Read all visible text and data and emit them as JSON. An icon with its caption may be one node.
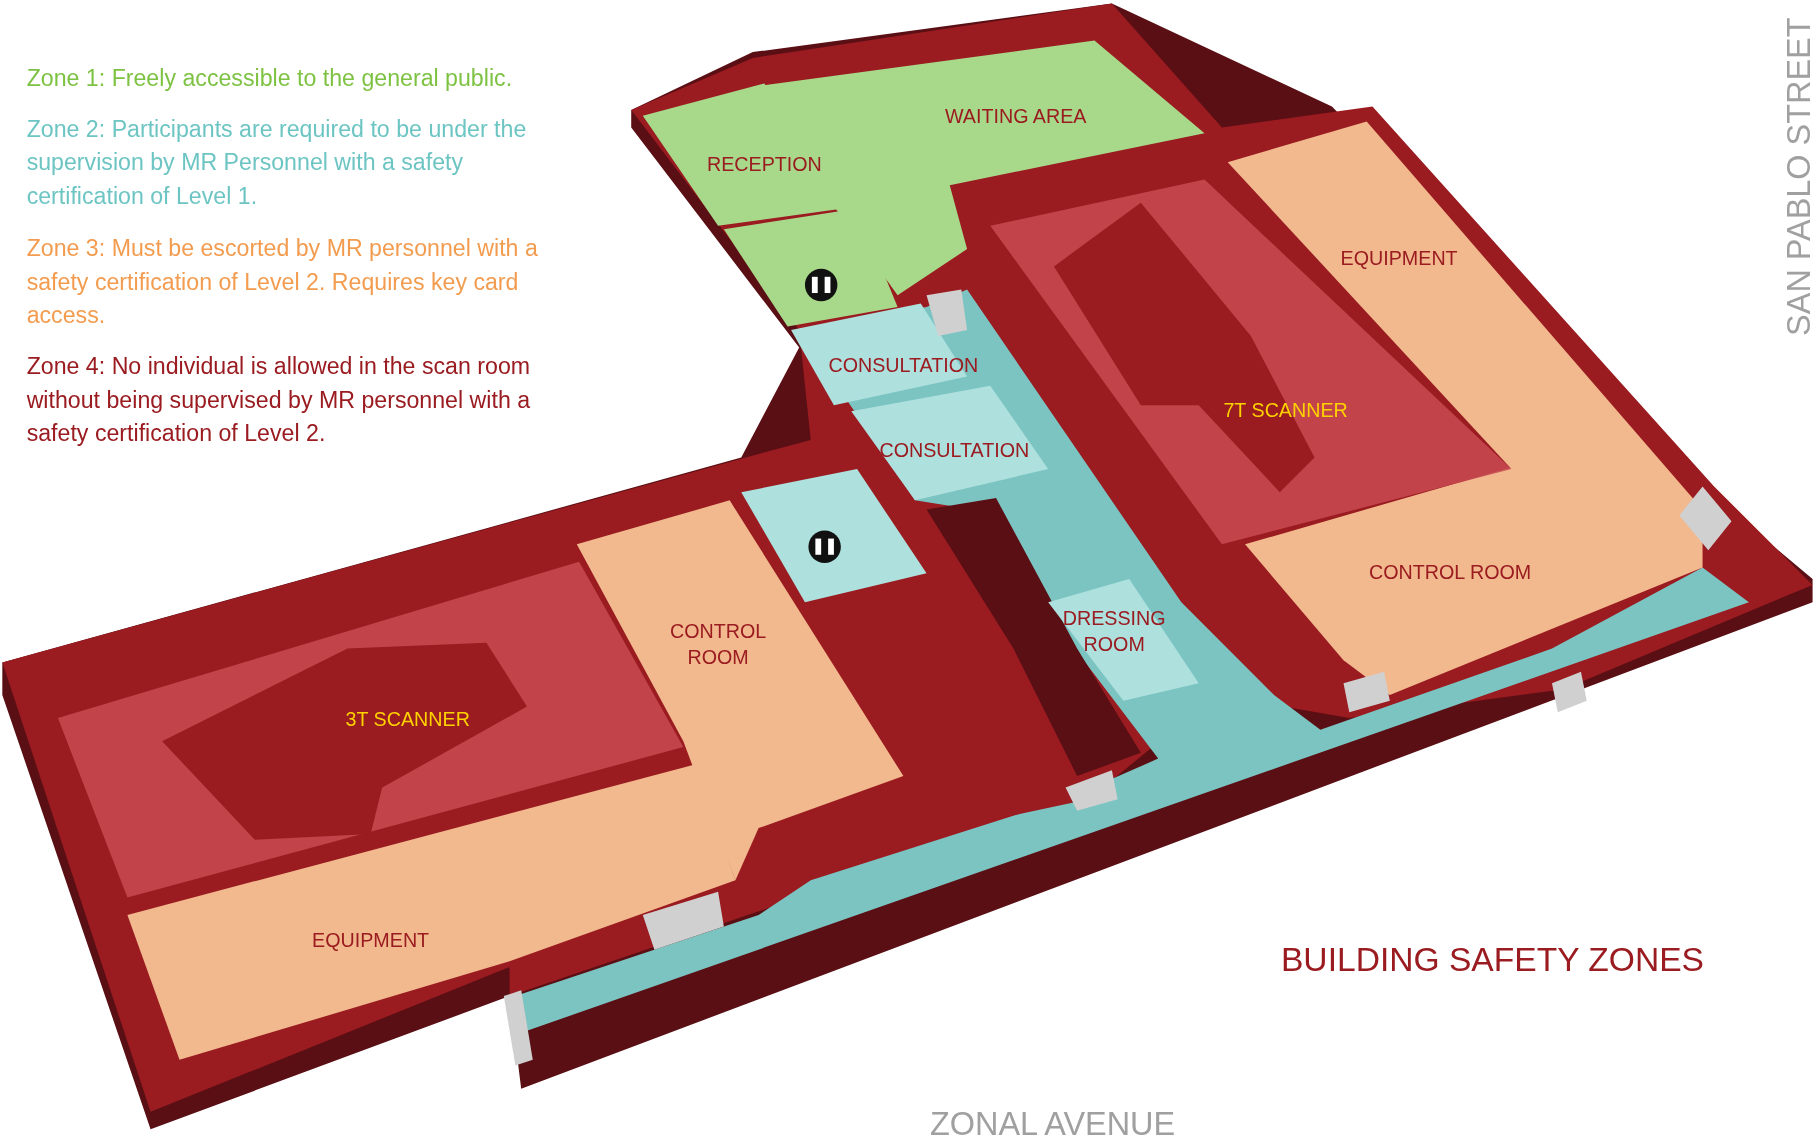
{
  "diagram": {
    "title": "BUILDING SAFETY ZONES",
    "nodes": [
      {
        "text": [
          "WAITING AREA"
        ]
      },
      {
        "text": [
          "RECEPTION"
        ]
      },
      {
        "text": [
          "CONSULTATION"
        ]
      },
      {
        "text": [
          "EQUIPMENT"
        ]
      },
      {
        "text": [
          "CONSULTATION"
        ]
      },
      {
        "text": [
          "7T SCANNER"
        ]
      },
      {
        "text": [
          "CONTROL ROOM"
        ]
      },
      {
        "text": [
          "DRESSING ROOM"
        ]
      },
      {
        "text": [
          "CONTROL ROOM"
        ]
      },
      {
        "text": [
          "3T SCANNER"
        ]
      },
      {
        "text": [
          "EQUIPMENT"
        ]
      }
    ],
    "edges": [],
    "labels": [
      "SAN PABLO STREET",
      "ZONAL AVENUE"
    ],
    "legend": [
      {
        "text": "Zone 1: Freely accessible to the general public.",
        "color": "#7dc242"
      },
      {
        "text": "Zone 2: Participants are required to be under the supervision by MR Personnel with a safety certification of Level 1.",
        "color": "#6cc5c3"
      },
      {
        "text": "Zone 3: Must be escorted by MR personnel with a safety certification of Level 2. Requires key card access.",
        "color": "#f39c4f"
      },
      {
        "text": "Zone 4: No individual is allowed in the scan room without being supervised by MR personnel with a safety certification of Level 2.",
        "color": "#9a1b20"
      }
    ]
  }
}
